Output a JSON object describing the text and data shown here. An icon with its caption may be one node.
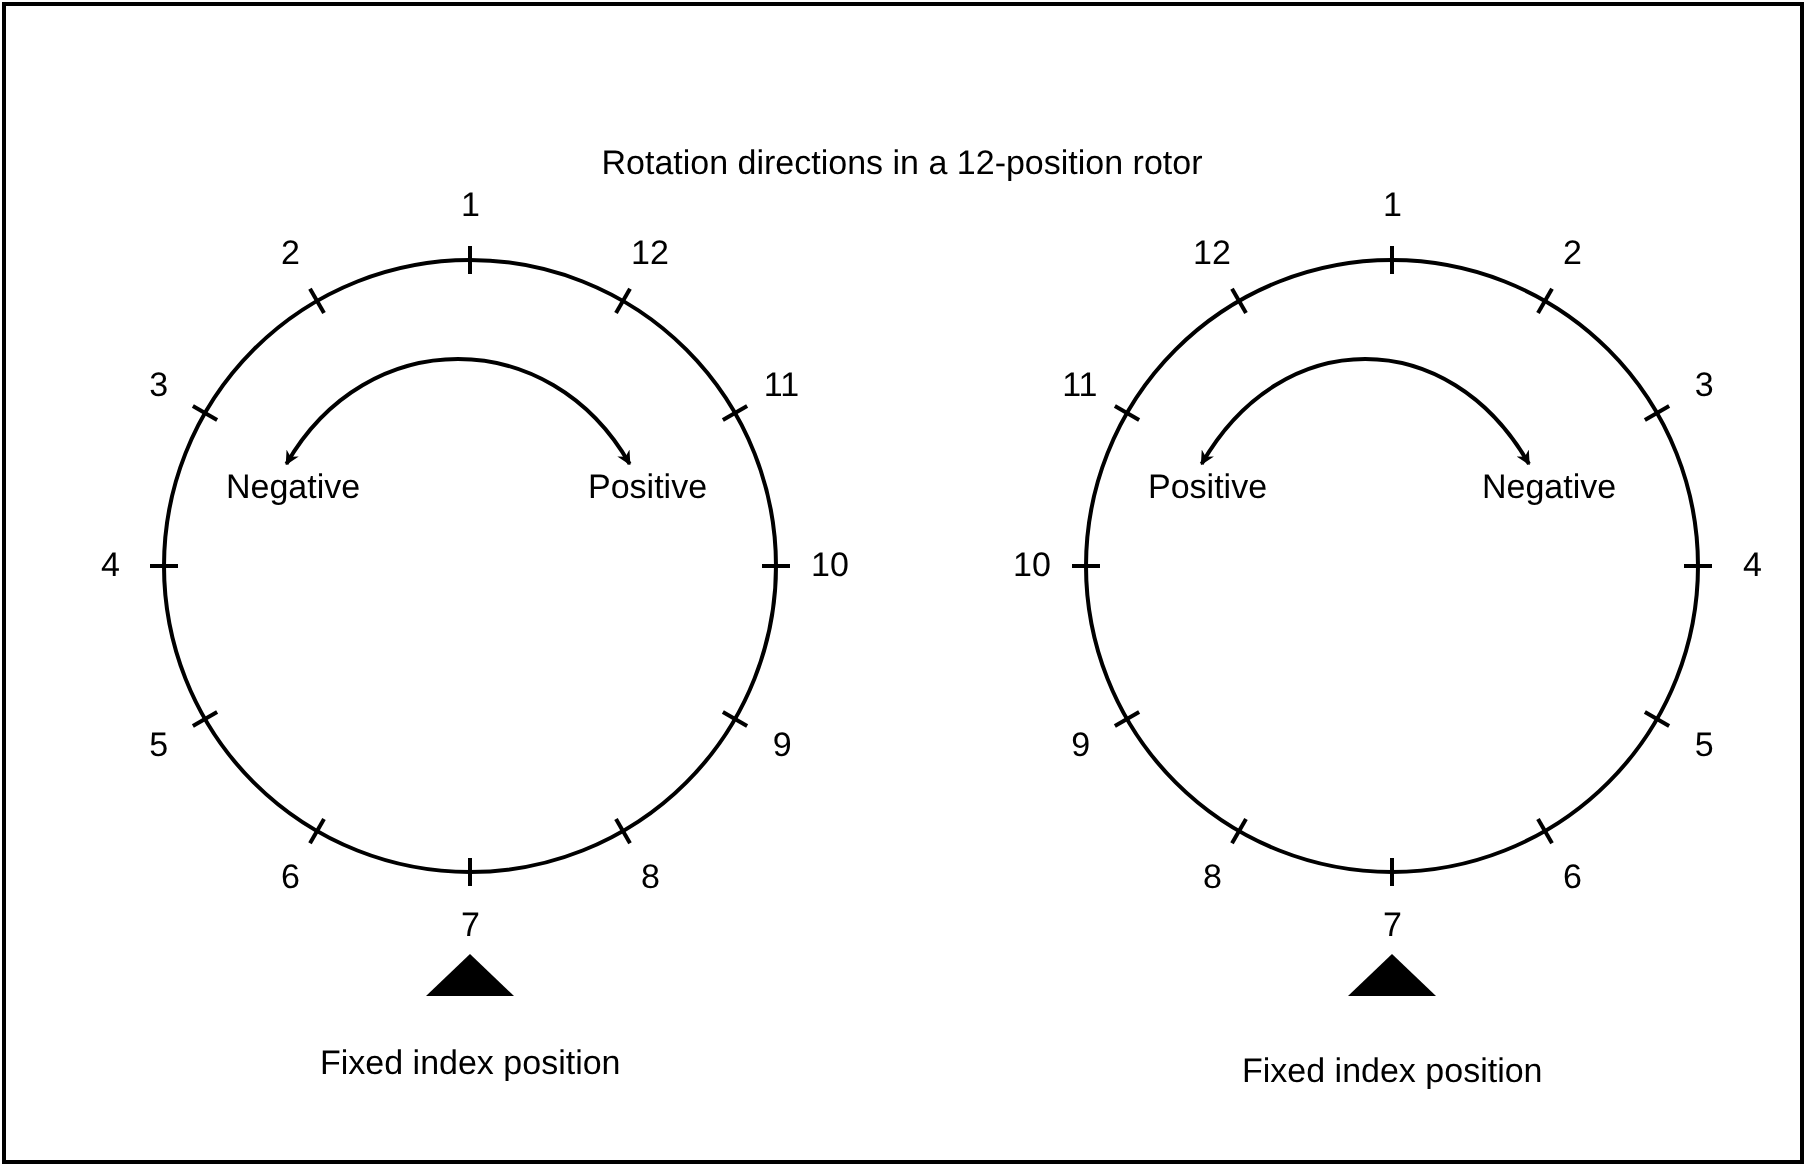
{
  "diagram": {
    "title": "Rotation directions in a 12-position rotor",
    "nodes": [
      {
        "text": [],
        "shape": "circle"
      },
      {
        "text": [
          "Negative"
        ],
        "in": 0
      },
      {
        "text": [
          "Positive"
        ],
        "in": 0
      },
      {
        "text": [],
        "shape": "circle"
      },
      {
        "text": [
          "Positive"
        ],
        "in": 3
      },
      {
        "text": [
          "Negative"
        ],
        "in": 3
      }
    ],
    "edges": [
      {
        "from": 1,
        "to": 2,
        "arrow": "both"
      },
      {
        "from": 4,
        "to": 5,
        "arrow": "both"
      }
    ],
    "labels": [
      "1",
      "2",
      "3",
      "4",
      "5",
      "6",
      "7",
      "8",
      "9",
      "10",
      "11",
      "12",
      "Fixed index position",
      "1",
      "2",
      "3",
      "4",
      "5",
      "6",
      "7",
      "8",
      "9",
      "10",
      "11",
      "12",
      "Fixed index position"
    ]
  }
}
